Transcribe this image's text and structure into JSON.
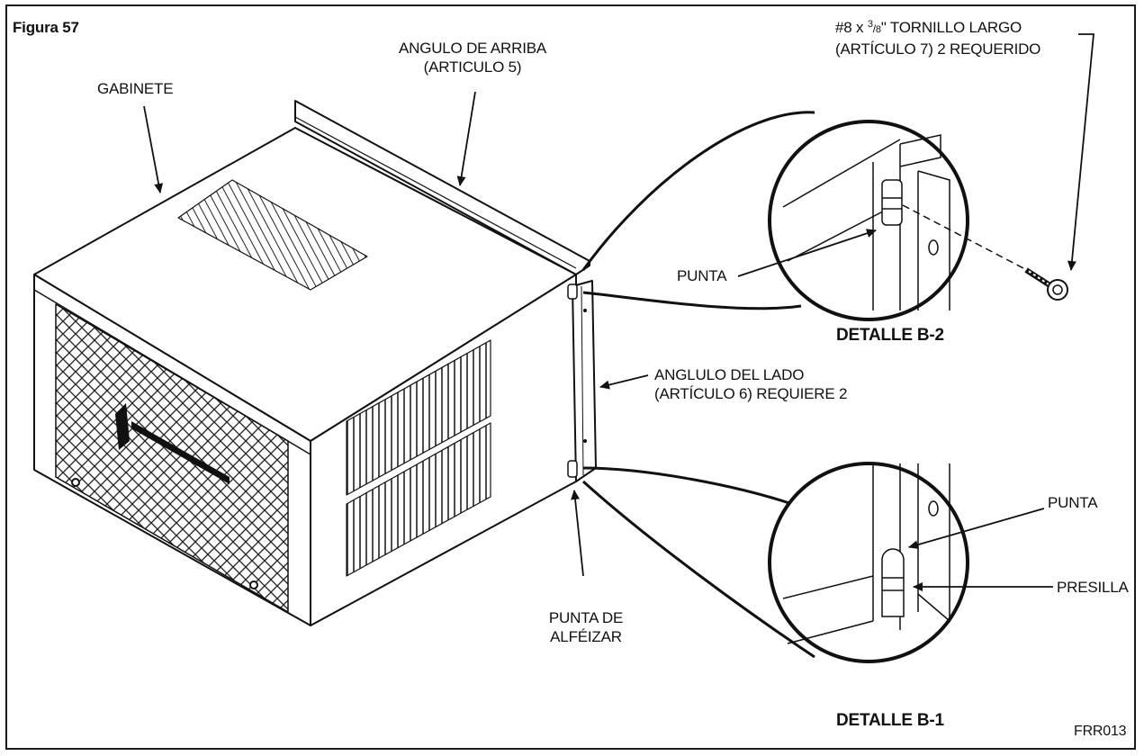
{
  "figure": {
    "label": "Figura 57",
    "ref_code": "FRR013"
  },
  "labels": {
    "gabinete": "GABINETE",
    "angulo_arriba_1": "ANGULO DE ARRIBA",
    "angulo_arriba_2": "(ARTICULO 5)",
    "screw_prefix": "#8 x ",
    "screw_num": "3",
    "screw_den": "8",
    "screw_suffix": "\" TORNILLO LARGO",
    "screw_2": "(ARTÍCULO 7) 2 REQUERIDO",
    "punta_b2": "PUNTA",
    "detalle_b2": "DETALLE B-2",
    "angulo_lado_1": "ANGLULO DEL LADO",
    "angulo_lado_2": "(ARTÍCULO 6) REQUIERE 2",
    "punta_b1": "PUNTA",
    "presilla": "PRESILLA",
    "punta_alfeizar_1": "PUNTA DE",
    "punta_alfeizar_2": "ALFÉIZAR",
    "detalle_b1": "DETALLE B-1"
  }
}
